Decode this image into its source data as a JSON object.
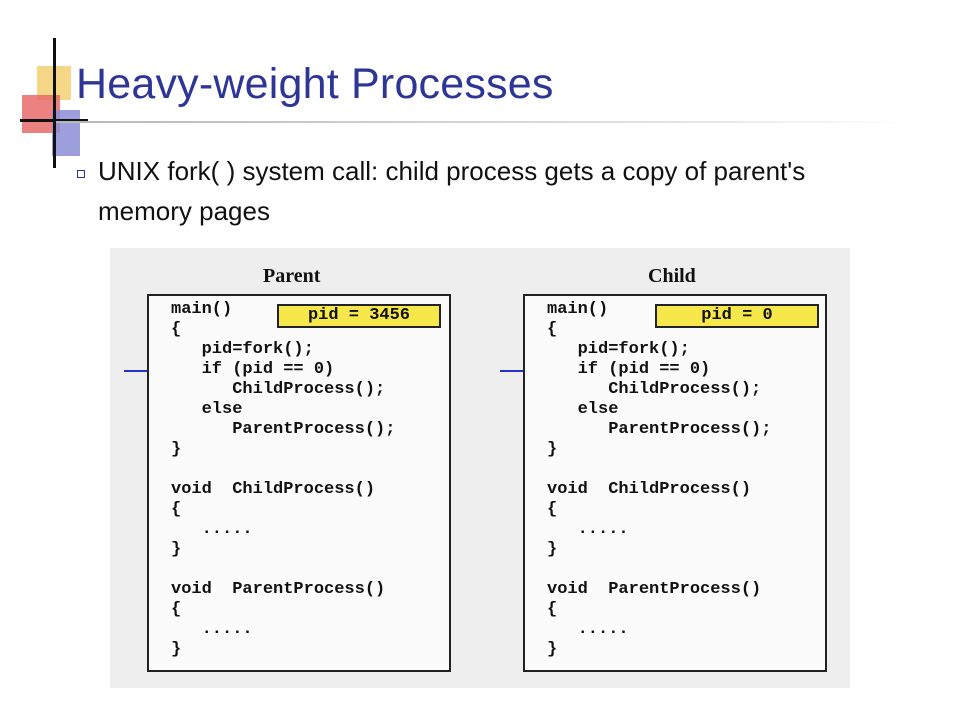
{
  "slide": {
    "title": "Heavy-weight Processes",
    "bullet": "UNIX fork( ) system call: child process gets a copy of parent's memory pages"
  },
  "diagram": {
    "parent": {
      "label": "Parent",
      "pid_text": "pid = 3456",
      "code_lines": [
        "main()",
        "{",
        "   pid=fork();",
        "   if (pid == 0)",
        "      ChildProcess();",
        "   else",
        "      ParentProcess();",
        "}",
        "",
        "void  ChildProcess()",
        "{",
        "   .....",
        "}",
        "",
        "void  ParentProcess()",
        "{",
        "   .....",
        "}"
      ]
    },
    "child": {
      "label": "Child",
      "pid_text": "pid = 0",
      "code_lines": [
        "main()",
        "{",
        "   pid=fork();",
        "   if (pid == 0)",
        "      ChildProcess();",
        "   else",
        "      ParentProcess();",
        "}",
        "",
        "void  ChildProcess()",
        "{",
        "   .....",
        "}",
        "",
        "void  ParentProcess()",
        "{",
        "   .....",
        "}"
      ]
    },
    "arrow_color": "#2233cc",
    "pid_box_color": "#f6e84a"
  }
}
